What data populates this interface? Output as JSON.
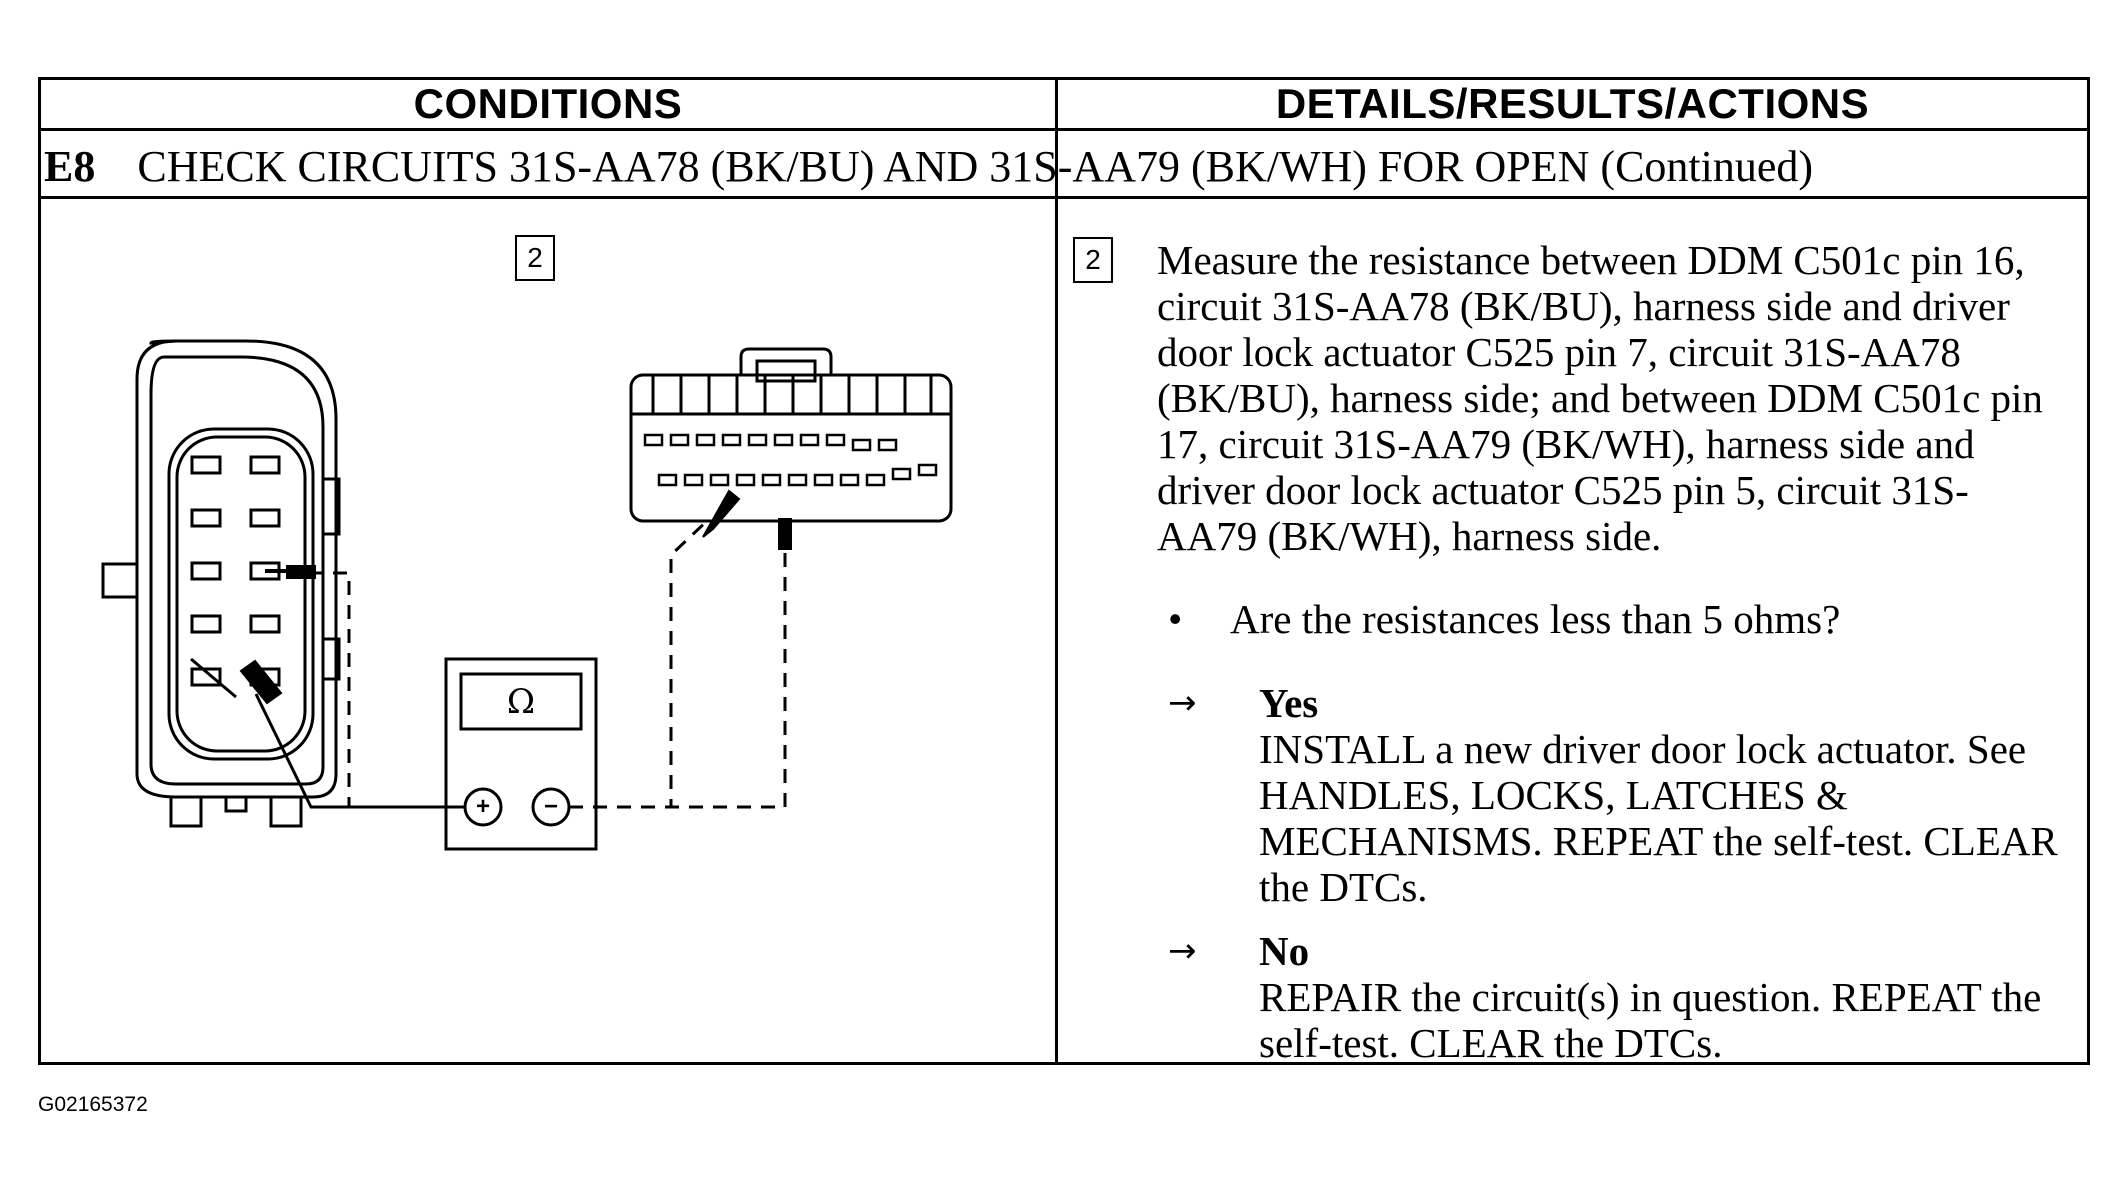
{
  "header": {
    "conditions": "CONDITIONS",
    "details": "DETAILS/RESULTS/ACTIONS"
  },
  "step": {
    "id": "E8",
    "title": "CHECK CIRCUITS 31S-AA78 (BK/BU) AND 31S-AA79 (BK/WH) FOR OPEN (Continued)"
  },
  "diagram": {
    "step_badge": "2",
    "meter_symbol": "Ω",
    "plus": "+",
    "minus": "−"
  },
  "details": {
    "step_badge": "2",
    "instruction": "Measure the resistance between DDM C501c pin 16, circuit 31S-AA78 (BK/BU), harness side and driver door lock actuator C525 pin 7, circuit 31S-AA78 (BK/BU), harness side; and between DDM C501c pin 17, circuit 31S-AA79 (BK/WH), harness side and  driver door lock actuator C525 pin 5, circuit 31S-AA79 (BK/WH), harness side.",
    "bullet": "•",
    "question": "Are the resistances less than 5 ohms?",
    "arrow": "→",
    "yes_title": "Yes",
    "yes_text": "INSTALL a new driver door lock actuator. See HANDLES, LOCKS, LATCHES & MECHANISMS. REPEAT the self-test. CLEAR the DTCs.",
    "no_title": "No",
    "no_text": "REPAIR the circuit(s) in question. REPEAT the self-test. CLEAR the DTCs."
  },
  "figure_id": "G02165372"
}
